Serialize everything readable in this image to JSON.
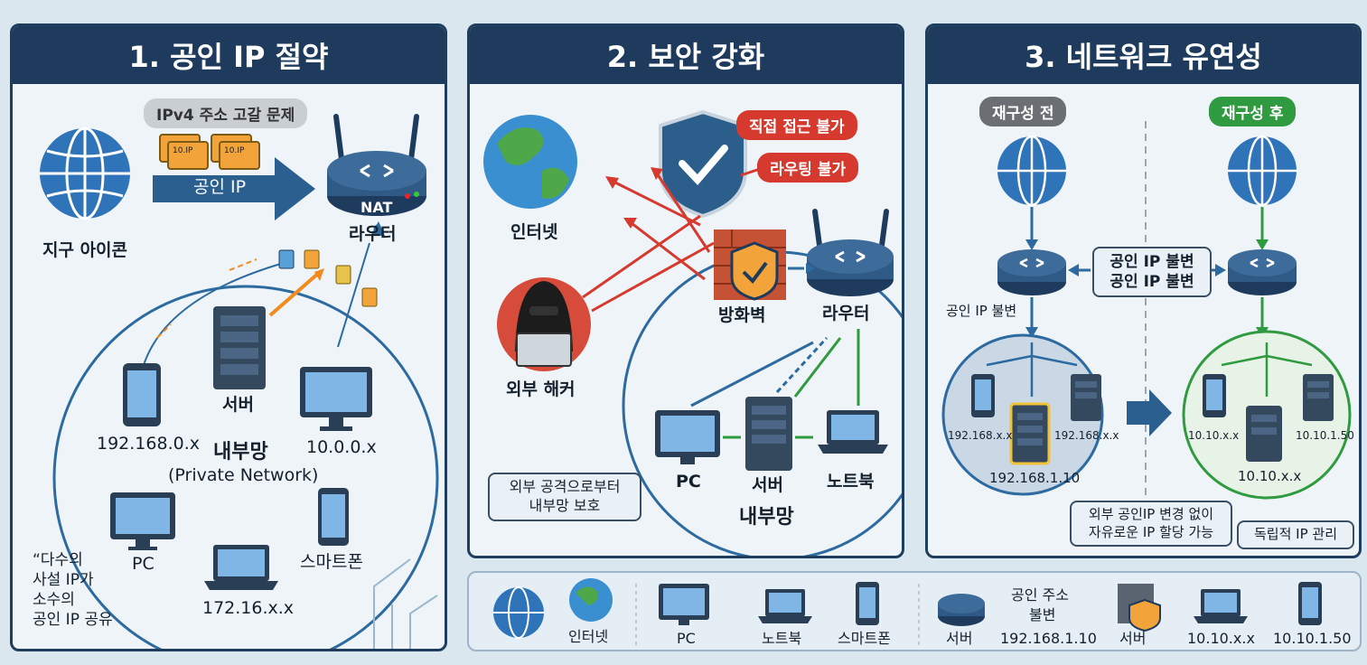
{
  "panel1": {
    "title": "1. 공인 IP 절약",
    "ipv4_tag": "IPv4 주소 고갈 문제",
    "public_ip_arrow": "공인 IP",
    "earth_label": "지구 아이콘",
    "router_badge": "NAT",
    "router_label": "라우터",
    "server_label": "서버",
    "phone_ip": "192.168.0.x",
    "monitor_ip": "10.0.0.x",
    "network_label": "내부망",
    "network_sub": "(Private Network)",
    "pc_label": "PC",
    "laptop_ip": "172.16.x.x",
    "smartphone_label": "스마트폰",
    "quote_lines": [
      "“다수의",
      "사설 IP가",
      "소수의",
      "공인 IP 공유"
    ],
    "packet_labels": [
      "10.IP",
      "10.IP"
    ]
  },
  "panel2": {
    "title": "2. 보안 강화",
    "internet_label": "인터넷",
    "no_direct": "직접 접근 불가",
    "no_routing": "라우팅 불가",
    "firewall_label": "방화벽",
    "router_label": "라우터",
    "hacker_label": "외부 해커",
    "pc_label": "PC",
    "server_label": "서버",
    "laptop_label": "노트북",
    "network_label": "내부망",
    "callout_lines": [
      "외부 공격으로부터",
      "내부망 보호"
    ]
  },
  "panel3": {
    "title": "3. 네트워크 유연성",
    "before_label": "재구성 전",
    "after_label": "재구성 후",
    "center_lines": [
      "공인 IP 불변",
      "공인 IP 불변"
    ],
    "left_public": "공인 IP 불변",
    "left_ips": [
      "192.168.x.x",
      "192.168.x.x",
      "192.168.1.10"
    ],
    "right_ips": [
      "10.10.x.x",
      "10.10.1.50",
      "10.10.x.x"
    ],
    "callout_left_lines": [
      "외부 공인IP 변경 없이",
      "자유로운 IP 할당 가능"
    ],
    "callout_right": "독립적 IP 관리"
  },
  "legend": {
    "items": [
      "인터넷",
      "PC",
      "노트북",
      "스마트폰",
      "서버",
      "서버",
      "10.10.x.x",
      "10.10.1.50"
    ],
    "text_lines": [
      "공인 주소",
      "불변",
      "192.168.1.10"
    ]
  },
  "colors": {
    "header": "#1e3a5c",
    "red": "#d63a2f",
    "green": "#2f9a3f",
    "blue_line": "#2e6da4",
    "orange": "#f28a1c"
  }
}
